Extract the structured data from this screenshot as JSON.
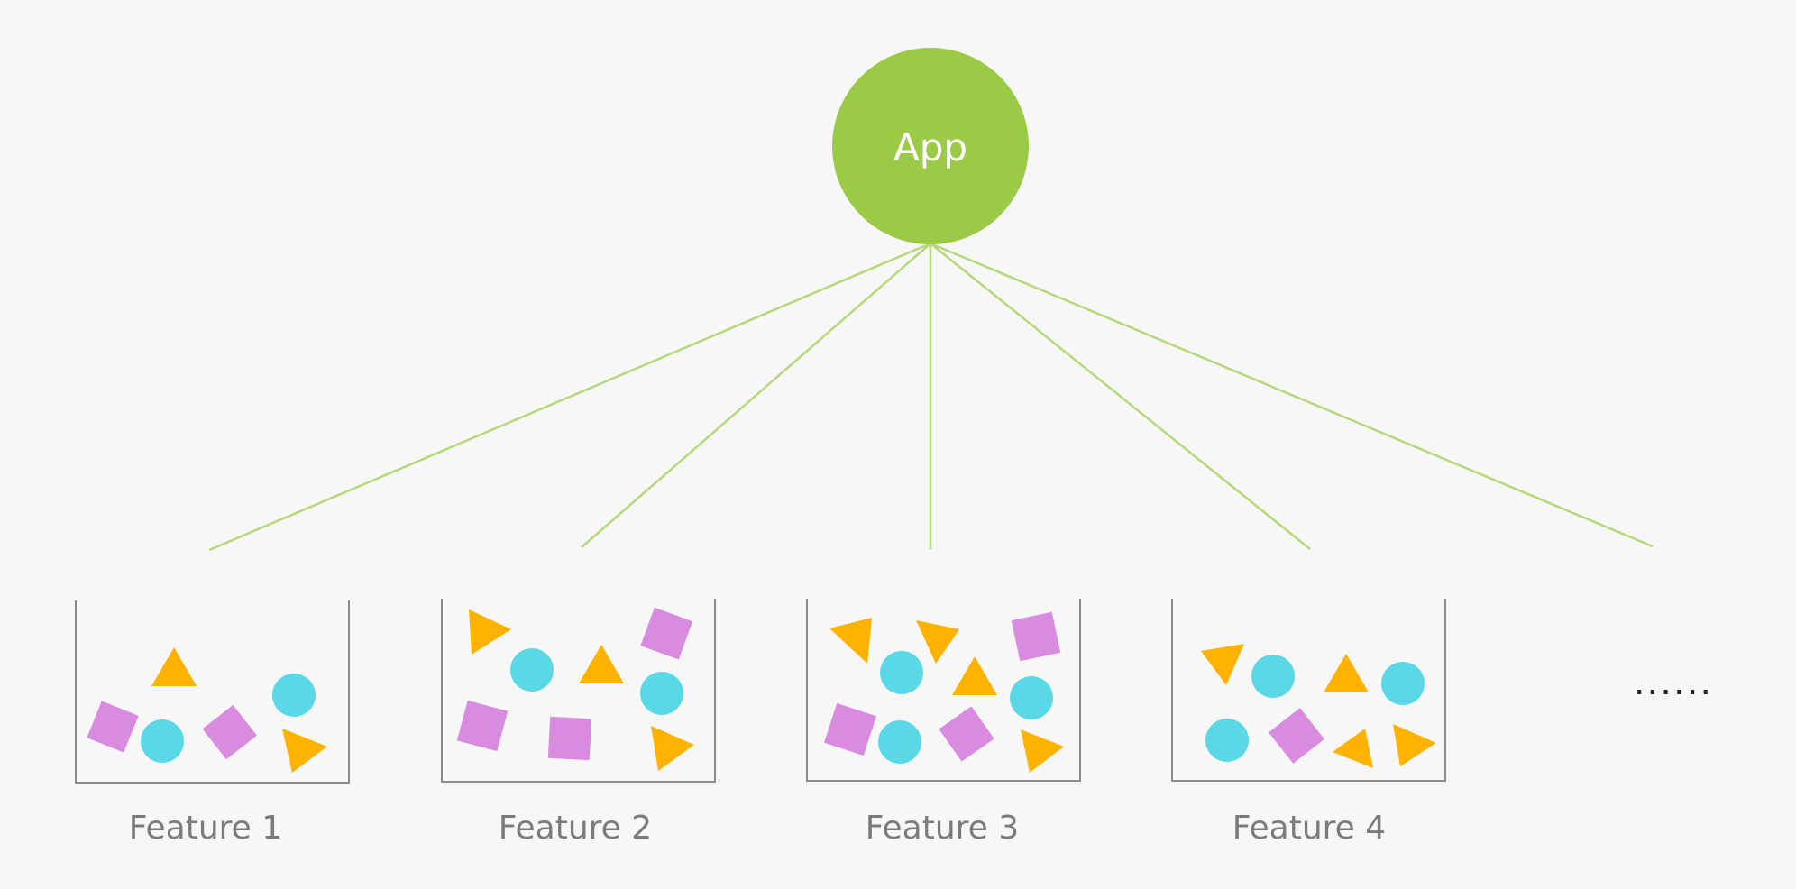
{
  "app": {
    "label": "App",
    "color": "#9bca47"
  },
  "connector_color": "#b5d97a",
  "container_border_color": "#8c8c8c",
  "shape_colors": {
    "triangle": "#ffb300",
    "circle": "#5ad8e6",
    "square": "#d98be0"
  },
  "features": [
    {
      "label": "Feature 1"
    },
    {
      "label": "Feature 2"
    },
    {
      "label": "Feature 3"
    },
    {
      "label": "Feature 4"
    }
  ],
  "more_label": "......"
}
